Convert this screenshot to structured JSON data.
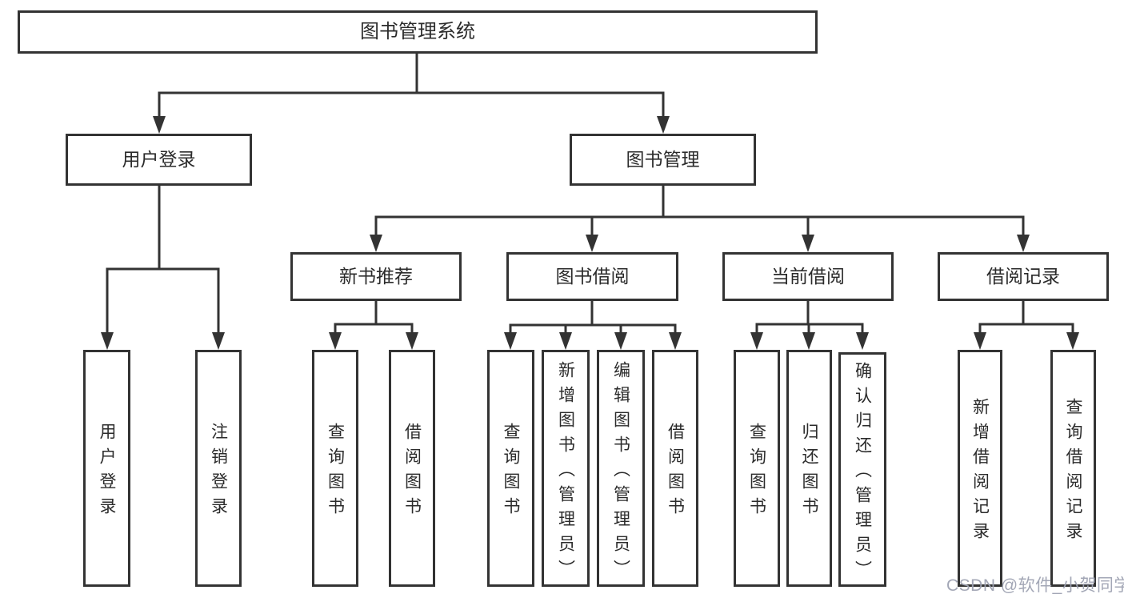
{
  "diagram": {
    "root": {
      "label": "图书管理系统"
    },
    "level2": [
      {
        "label": "用户登录",
        "children": [
          {
            "label": "用户登录"
          },
          {
            "label": "注销登录"
          }
        ]
      },
      {
        "label": "图书管理",
        "sections": [
          {
            "label": "新书推荐",
            "children": [
              {
                "label": "查询图书"
              },
              {
                "label": "借阅图书"
              }
            ]
          },
          {
            "label": "图书借阅",
            "children": [
              {
                "label": "查询图书"
              },
              {
                "label": "新增图书（管理员）"
              },
              {
                "label": "编辑图书（管理员）"
              },
              {
                "label": "借阅图书"
              }
            ]
          },
          {
            "label": "当前借阅",
            "children": [
              {
                "label": "查询图书"
              },
              {
                "label": "归还图书"
              },
              {
                "label": "确认归还（管理员）"
              }
            ]
          },
          {
            "label": "借阅记录",
            "children": [
              {
                "label": "新增借阅记录"
              },
              {
                "label": "查询借阅记录"
              }
            ]
          }
        ]
      }
    ]
  },
  "watermark": {
    "text": "CSDN @软件_小贺同学"
  },
  "colors": {
    "line": "#333333",
    "text": "#2b2b2b",
    "background": "#ffffff",
    "watermark": "#9ea2b2"
  }
}
